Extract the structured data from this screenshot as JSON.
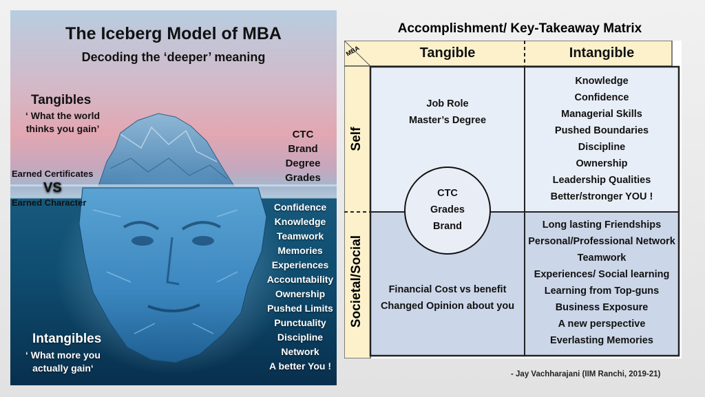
{
  "iceberg": {
    "title": "The Iceberg Model of MBA",
    "subtitle": "Decoding the ‘deeper’ meaning",
    "tangibles_heading": "Tangibles",
    "tangibles_sub_1": "‘ What the world",
    "tangibles_sub_2": "thinks you gain’",
    "earned_certificates": "Earned  Certificates",
    "vs": "VS",
    "earned_character": "Earned  Character",
    "above_water": [
      "CTC",
      "Brand",
      "Degree",
      "Grades"
    ],
    "below_water": [
      "Confidence",
      "Knowledge",
      "Teamwork",
      "Memories",
      "Experiences",
      "Accountability",
      "Ownership",
      "Pushed Limits",
      "Punctuality",
      "Discipline",
      "Network",
      "A better You !"
    ],
    "intangibles_heading": "Intangibles",
    "intangibles_sub_1": "‘ What more you",
    "intangibles_sub_2": "actually gain‘"
  },
  "matrix": {
    "title": "Accomplishment/ Key-Takeaway Matrix",
    "corner_label": "MBA",
    "col_tangible": "Tangible",
    "col_intangible": "Intangible",
    "row_self": "Self",
    "row_social": "Societal/Social",
    "self_tangible": [
      "Job Role",
      "Master’s Degree"
    ],
    "self_intangible": [
      "Knowledge",
      "Confidence",
      "Managerial Skills",
      "Pushed Boundaries",
      "Discipline",
      "Ownership",
      "Leadership Qualities",
      "Better/stronger YOU !"
    ],
    "center_circle": [
      "CTC",
      "Grades",
      "Brand"
    ],
    "social_tangible": [
      "Financial Cost vs benefit",
      "Changed Opinion about you"
    ],
    "social_intangible": [
      "Long lasting Friendships",
      "Personal/Professional Network",
      "Teamwork",
      "Experiences/ Social learning",
      "Learning from Top-guns",
      "Business Exposure",
      "A new perspective",
      "Everlasting Memories"
    ]
  },
  "credit": "- Jay Vachharajani (IIM Ranchi, 2019-21)",
  "colors": {
    "header_fill": "#fdf1cc",
    "self_fill": "#e8eef7",
    "social_fill": "#cbd6e8",
    "water": "#0f4d70"
  }
}
